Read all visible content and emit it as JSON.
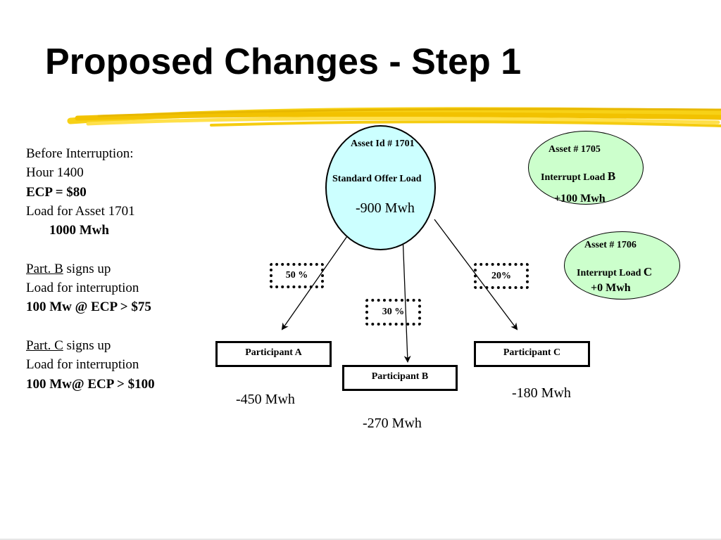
{
  "slide": {
    "title": "Proposed Changes - Step 1"
  },
  "colors": {
    "main_node": "#ccffff",
    "interrupt_nodes": "#ccffcc",
    "underline": "#f2c200"
  },
  "left_panel": {
    "before_interruption": "Before Interruption:",
    "hour": "Hour 1400",
    "ecp": "ECP = $80",
    "load_for_asset": "Load for Asset 1701",
    "load_value": "1000 Mwh",
    "part_b_label": "Part. B",
    "part_b_rest": " signs up",
    "part_b_load": "Load for interruption",
    "part_b_condition": "100 Mw  @ ECP > $75",
    "part_c_label": "Part. C",
    "part_c_rest": " signs up",
    "part_c_load": "Load for interruption",
    "part_c_condition": "100 Mw@ ECP > $100"
  },
  "diagram": {
    "main_asset": {
      "id": "Asset Id # 1701",
      "name": "Standard Offer Load",
      "value": "-900 Mwh"
    },
    "interrupt_assets": [
      {
        "id": "Asset # 1705",
        "name": "Interrupt Load ",
        "letter": "B",
        "value": "+100 Mwh"
      },
      {
        "id": "Asset # 1706",
        "name": "Interrupt Load ",
        "letter": "C",
        "value": "+0 Mwh"
      }
    ],
    "splits": [
      "50 %",
      "30 %",
      "20%"
    ],
    "participants": [
      {
        "name": "Participant A",
        "value": "-450 Mwh"
      },
      {
        "name": "Participant B",
        "value": "-270 Mwh"
      },
      {
        "name": "Participant C",
        "value": "-180 Mwh"
      }
    ]
  }
}
